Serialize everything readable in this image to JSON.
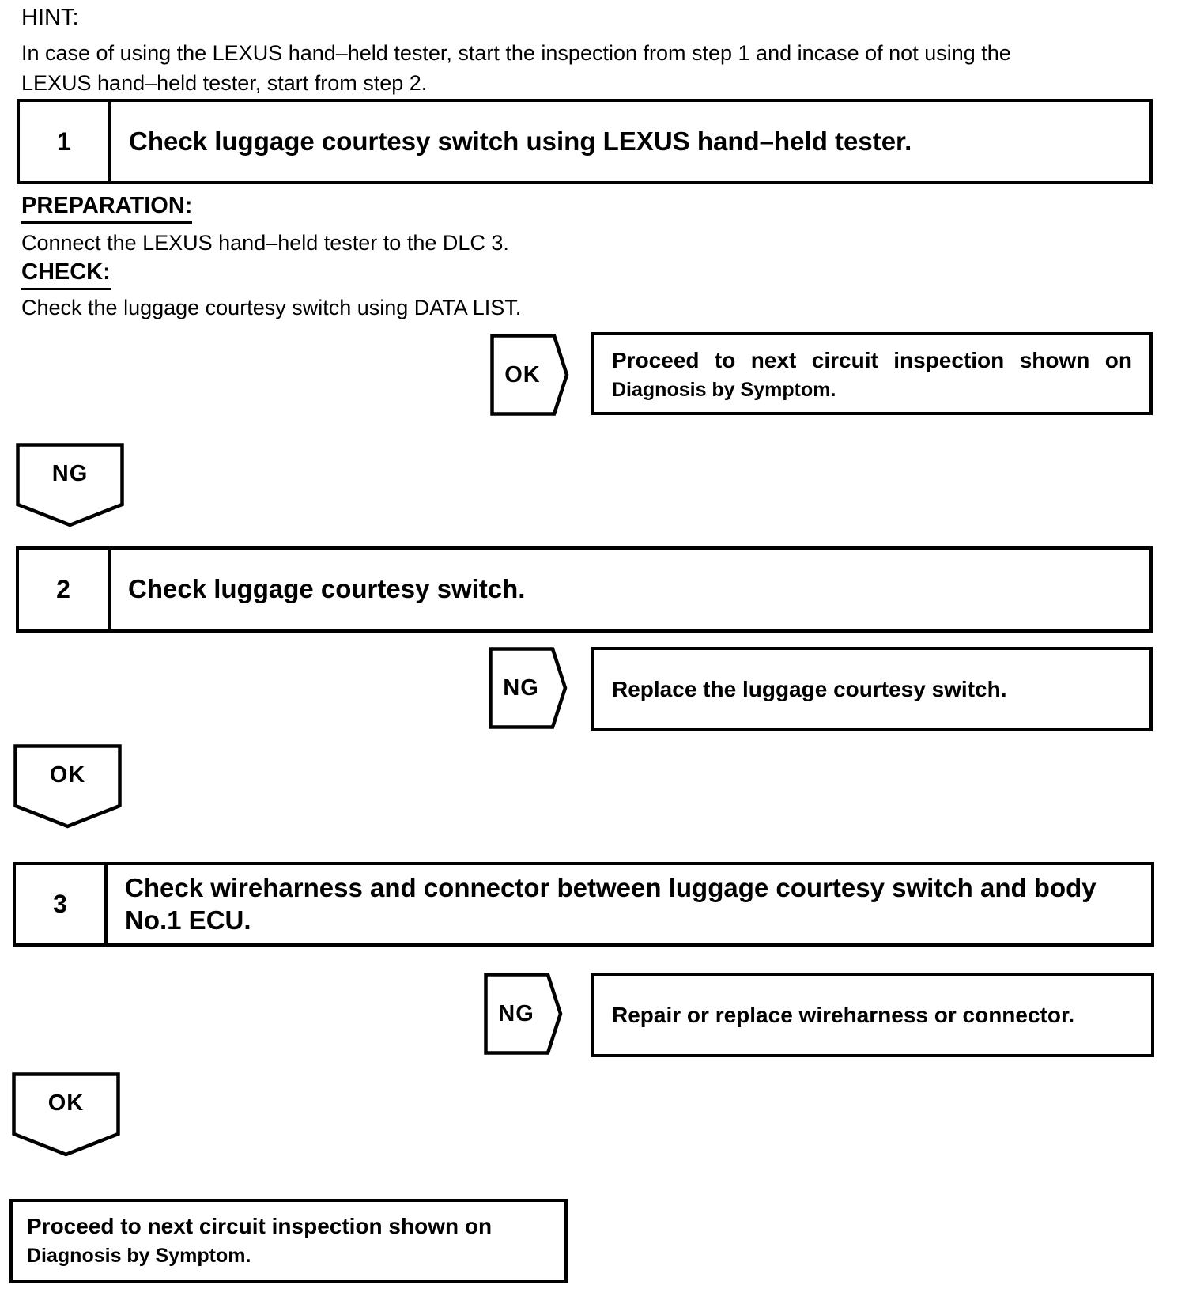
{
  "colors": {
    "ink": "#000000",
    "paper": "#ffffff"
  },
  "hint": {
    "label": "HINT:",
    "text": "In case of using the LEXUS hand–held tester, start the inspection from step 1 and incase of not using the\nLEXUS hand–held tester, start from step 2."
  },
  "steps": [
    {
      "number": "1",
      "title": "Check luggage courtesy switch using LEXUS hand–held tester."
    },
    {
      "number": "2",
      "title": "Check luggage courtesy switch."
    },
    {
      "number": "3",
      "title": "Check wireharness and connector between luggage courtesy switch and body\nNo.1 ECU."
    }
  ],
  "step1_details": {
    "preparation_label": "PREPARATION:",
    "preparation_text": "Connect the LEXUS hand–held tester to the DLC 3.",
    "check_label": "CHECK:",
    "check_text": "Check the luggage courtesy switch using DATA LIST."
  },
  "connectors": {
    "ok": "OK",
    "ng": "NG"
  },
  "results": [
    {
      "tag": "OK",
      "line1": "Proceed to next circuit inspection shown on",
      "line2": "Diagnosis by Symptom."
    },
    {
      "tag": "NG",
      "line1": "Replace the luggage courtesy switch."
    },
    {
      "tag": "NG",
      "line1": "Repair or replace wireharness or connector."
    }
  ],
  "final_box": {
    "line1": "Proceed to next circuit inspection shown on",
    "line2": "Diagnosis by Symptom."
  }
}
